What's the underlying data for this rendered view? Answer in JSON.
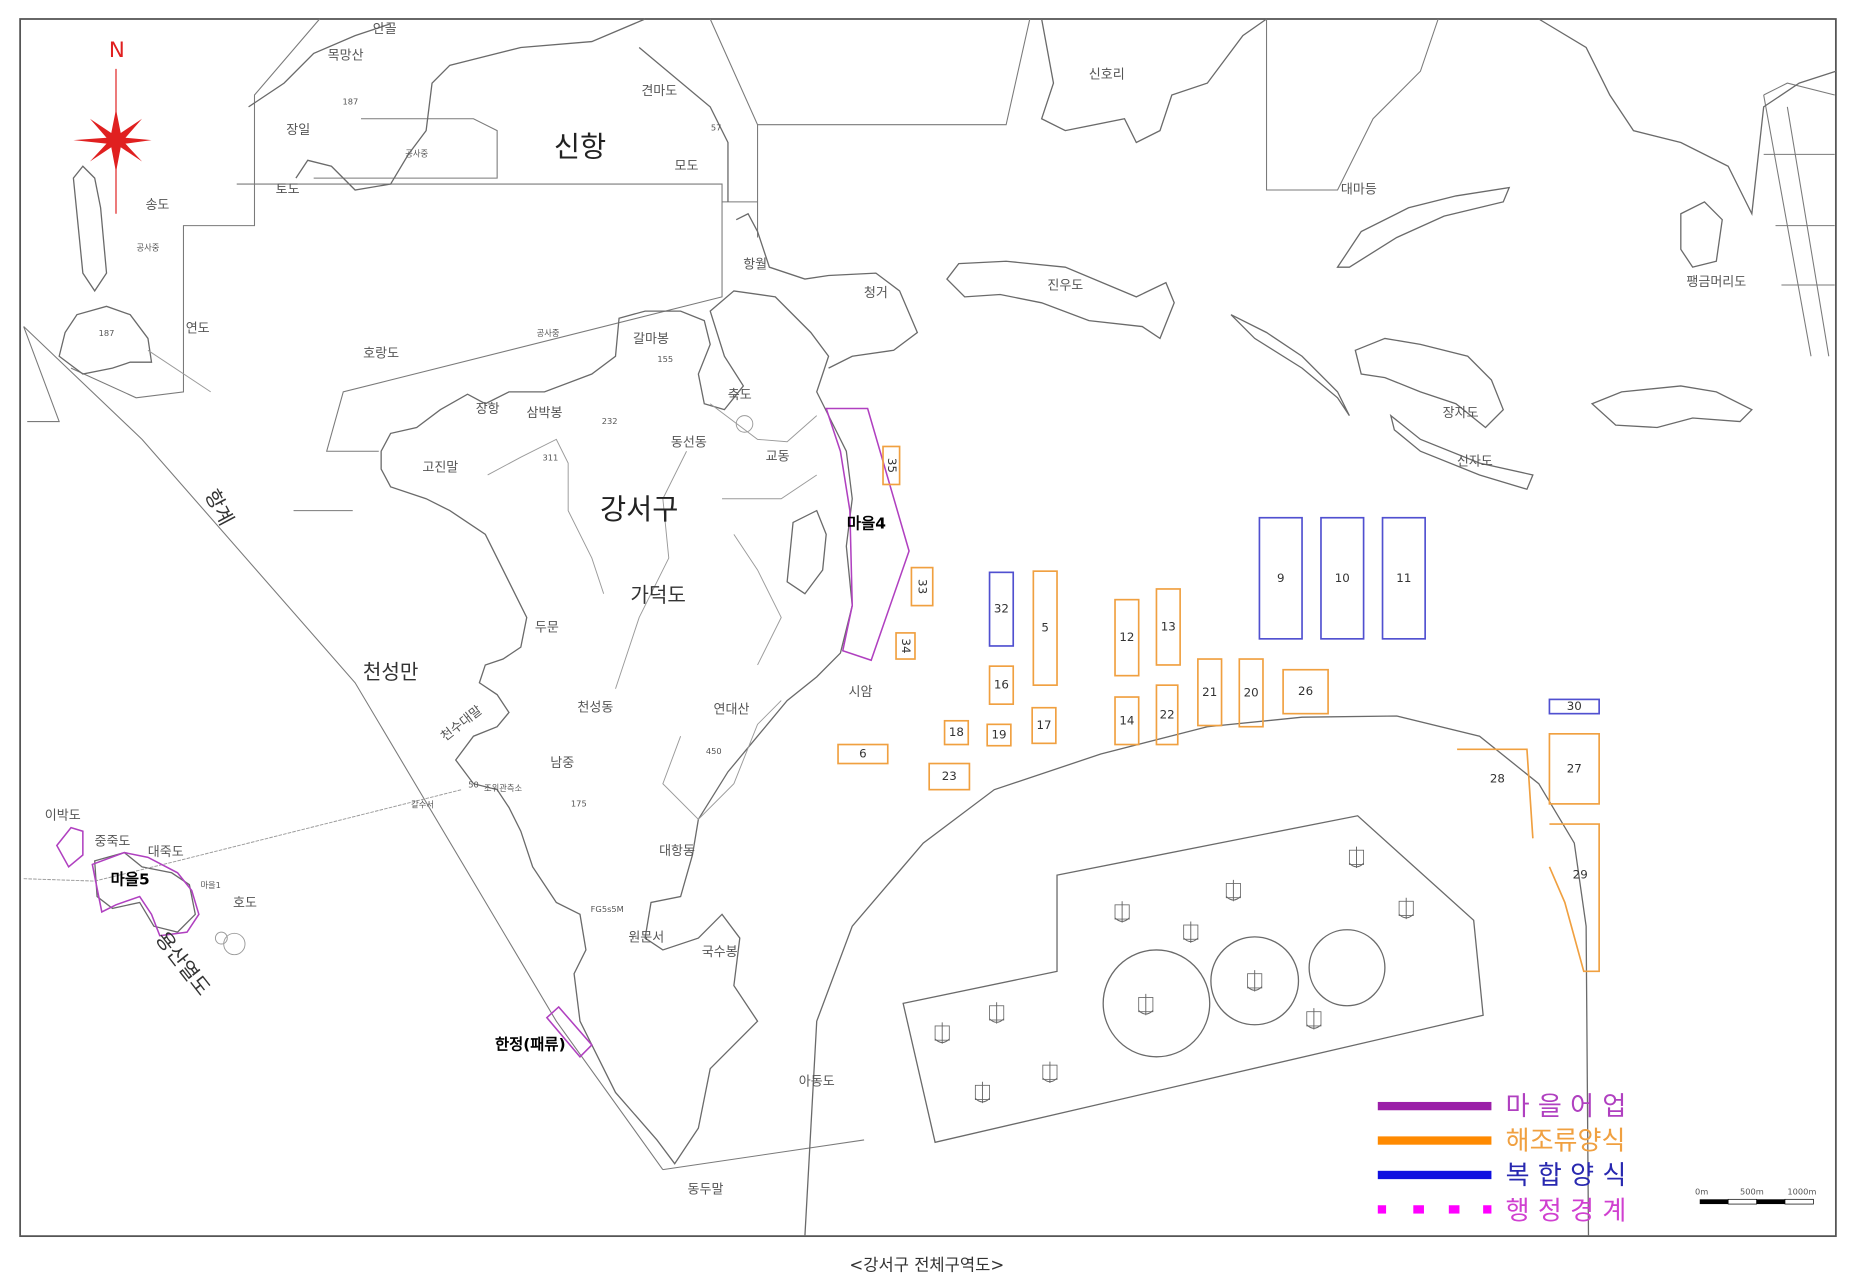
{
  "map": {
    "caption": "<강서구 전체구역도>",
    "north_label": "N",
    "scale_bar": [
      "0m",
      "500m",
      "1000m"
    ]
  },
  "legend": [
    {
      "label": "마 을 어 업",
      "color": "#9b1fa8",
      "style": "solid"
    },
    {
      "label": "해조류양식",
      "color": "#ff8a00",
      "style": "solid"
    },
    {
      "label": "복 합 양 식",
      "color": "#1010e0",
      "style": "solid"
    },
    {
      "label": "행 정 경 계",
      "color": "#ff00ff",
      "style": "dotted"
    }
  ],
  "colors": {
    "village": "#a040b0",
    "seaweed": "#f0a040",
    "complex": "#5050d0",
    "boundary": "#ff00ff",
    "compass": "#e02020"
  },
  "places": [
    "안골",
    "목망산",
    "견마도",
    "장일",
    "공사중",
    "신항",
    "모도",
    "토도",
    "송도",
    "공사중",
    "항월",
    "청거",
    "진우도",
    "신호리",
    "대마등",
    "팽금머리도",
    "연도",
    "호랑도",
    "공사중",
    "갈마봉",
    "축도",
    "장항",
    "삼박봉",
    "동선동",
    "교동",
    "고진말",
    "강서구",
    "가덕도",
    "장자도",
    "신자도",
    "두문",
    "천성만",
    "천성동",
    "연대산",
    "천수대말",
    "남중",
    "조위관측소",
    "갈수서",
    "대항동",
    "이박도",
    "중죽도",
    "대죽도",
    "호도",
    "원문서",
    "국수봉",
    "용산열도",
    "아동도",
    "동두말",
    "항계",
    "시암",
    "마을1",
    "FG5s5M"
  ],
  "heights": [
    "187",
    "57",
    "187",
    "155",
    "232",
    "311",
    "450",
    "175",
    "50"
  ],
  "zones": [
    {
      "label": "마을4",
      "type": "village"
    },
    {
      "label": "마을5",
      "type": "village"
    },
    {
      "label": "한정(패류)",
      "type": "village"
    }
  ],
  "farms": [
    {
      "id": "35",
      "type": "seaweed"
    },
    {
      "id": "33",
      "type": "seaweed"
    },
    {
      "id": "34",
      "type": "seaweed"
    },
    {
      "id": "32",
      "type": "complex"
    },
    {
      "id": "5",
      "type": "seaweed"
    },
    {
      "id": "16",
      "type": "seaweed"
    },
    {
      "id": "17",
      "type": "seaweed"
    },
    {
      "id": "18",
      "type": "seaweed"
    },
    {
      "id": "19",
      "type": "seaweed"
    },
    {
      "id": "6",
      "type": "seaweed"
    },
    {
      "id": "23",
      "type": "seaweed"
    },
    {
      "id": "12",
      "type": "seaweed"
    },
    {
      "id": "13",
      "type": "seaweed"
    },
    {
      "id": "14",
      "type": "seaweed"
    },
    {
      "id": "22",
      "type": "seaweed"
    },
    {
      "id": "21",
      "type": "seaweed"
    },
    {
      "id": "20",
      "type": "seaweed"
    },
    {
      "id": "26",
      "type": "seaweed"
    },
    {
      "id": "9",
      "type": "complex"
    },
    {
      "id": "10",
      "type": "complex"
    },
    {
      "id": "11",
      "type": "complex"
    },
    {
      "id": "30",
      "type": "complex"
    },
    {
      "id": "27",
      "type": "seaweed"
    },
    {
      "id": "28",
      "type": "seaweed"
    },
    {
      "id": "29",
      "type": "seaweed"
    }
  ]
}
